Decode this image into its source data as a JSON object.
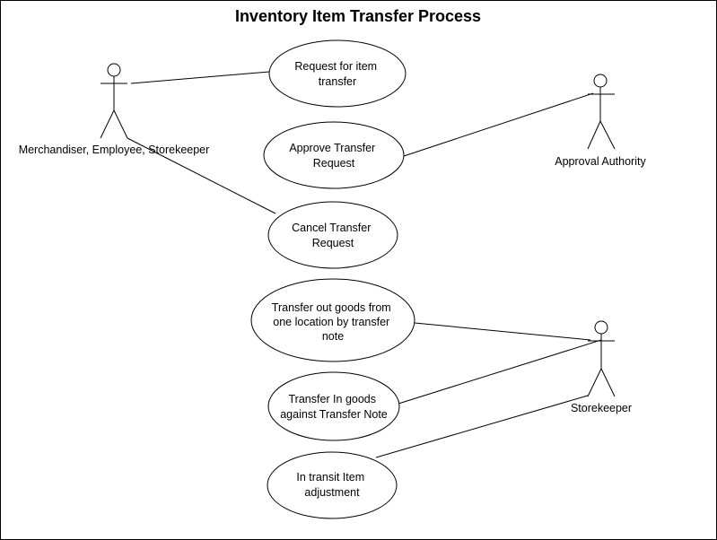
{
  "title": "Inventory Item Transfer Process",
  "actors": {
    "merchandiser": "Merchandiser, Employee, Storekeeper",
    "approval_authority": "Approval Authority",
    "storekeeper": "Storekeeper"
  },
  "use_cases": {
    "request_transfer": [
      "Request for item",
      "transfer"
    ],
    "approve_request": [
      "Approve Transfer",
      "Request"
    ],
    "cancel_request": [
      "Cancel Transfer",
      "Request"
    ],
    "transfer_out": [
      "Transfer out goods from",
      "one location by transfer",
      "note"
    ],
    "transfer_in": [
      "Transfer In goods",
      "against Transfer Note"
    ],
    "transit_adjustment": [
      "In transit Item",
      "adjustment"
    ]
  }
}
